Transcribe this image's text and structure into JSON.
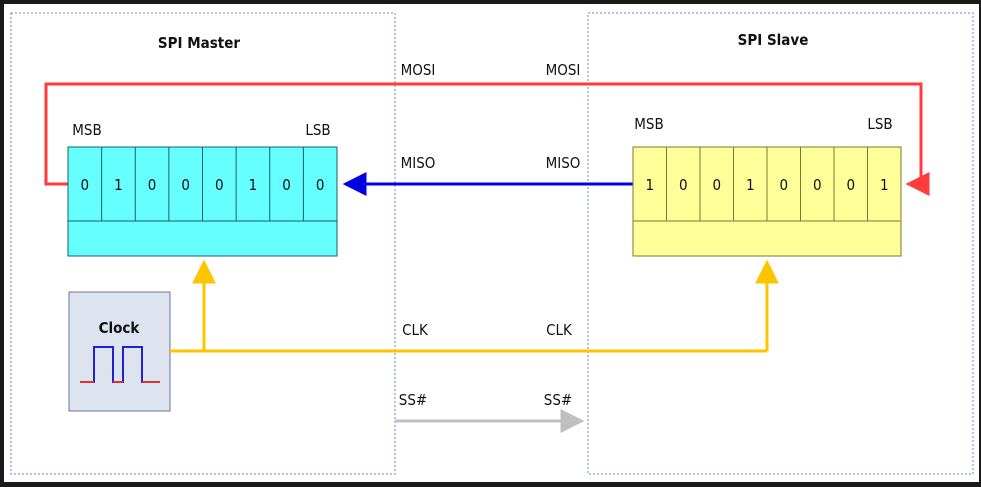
{
  "master": {
    "title": "SPI Master",
    "msb": "MSB",
    "lsb": "LSB",
    "bits": [
      "0",
      "1",
      "0",
      "0",
      "0",
      "1",
      "0",
      "0"
    ],
    "fill": "#66ffff",
    "clock_label": "Clock"
  },
  "slave": {
    "title": "SPI Slave",
    "msb": "MSB",
    "lsb": "LSB",
    "bits": [
      "1",
      "0",
      "0",
      "1",
      "0",
      "0",
      "0",
      "1"
    ],
    "fill": "#ffff99"
  },
  "signals": {
    "mosi": "MOSI",
    "miso": "MISO",
    "clk": "CLK",
    "ss": "SS#"
  },
  "colors": {
    "mosi": "#ff3b3b",
    "miso": "#0000e0",
    "clk": "#ffc400",
    "ss": "#bfbfbf",
    "clock_high": "#2222cc",
    "clock_low": "#e03030",
    "panel_border": "#5b8fd6",
    "clock_box": "#dde3ef"
  }
}
